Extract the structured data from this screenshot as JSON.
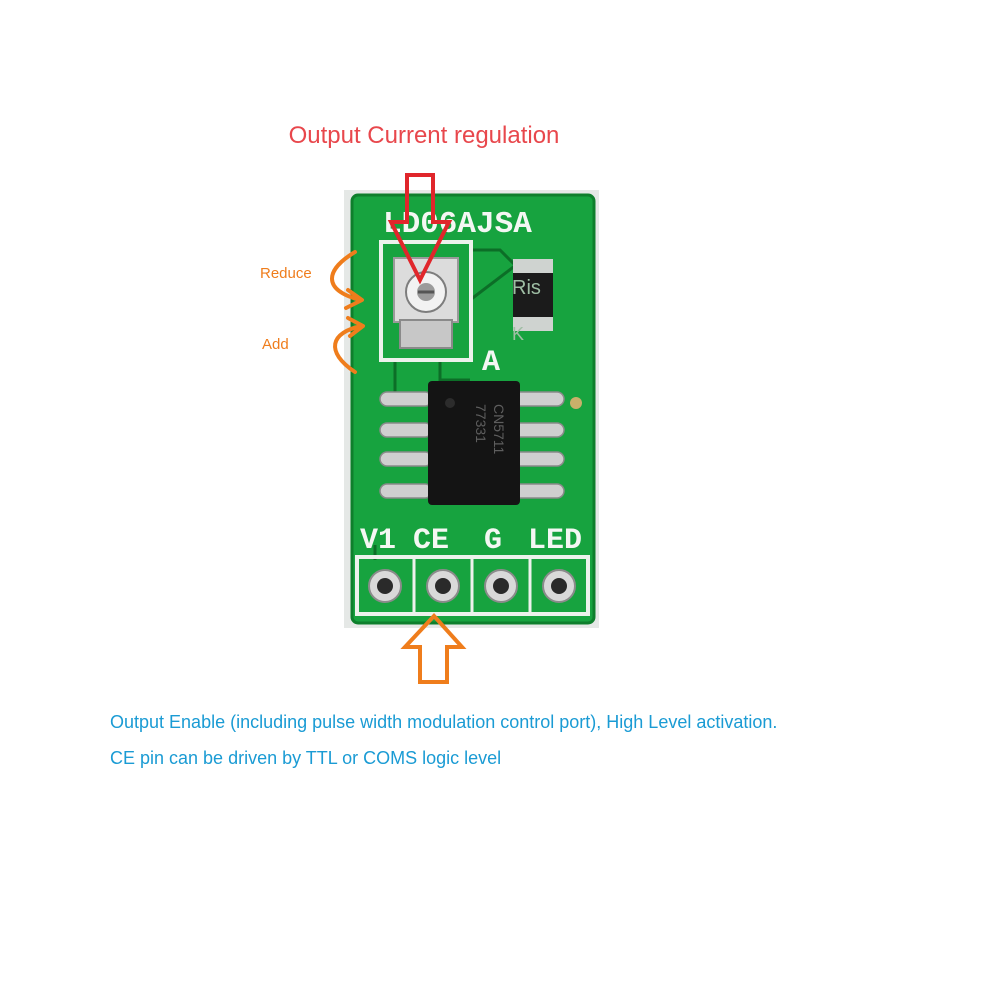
{
  "title": "Output Current regulation",
  "labels": {
    "reduce": "Reduce",
    "add": "Add"
  },
  "board": {
    "model_marking": "LD06AJSA",
    "chip_marking_line1": "CN5711",
    "chip_marking_line2": "77331",
    "resistor_label": "Ris",
    "k_label": "K",
    "a_label": "A",
    "pins": [
      "V1",
      "CE",
      "G",
      "LED"
    ]
  },
  "description": {
    "line1": "Output Enable (including pulse width modulation control port), High Level activation.",
    "line2": "CE pin can be driven by TTL or COMS logic level"
  },
  "colors": {
    "title": "#e8474c",
    "labels": "#ef7d1c",
    "description": "#1a9bd4",
    "pcb": "#17a33f"
  },
  "icons": [
    "potentiometer-icon",
    "ic-chip-icon",
    "pin-header-icon",
    "down-arrow-icon",
    "up-arrow-icon",
    "curved-arrow-icon"
  ]
}
